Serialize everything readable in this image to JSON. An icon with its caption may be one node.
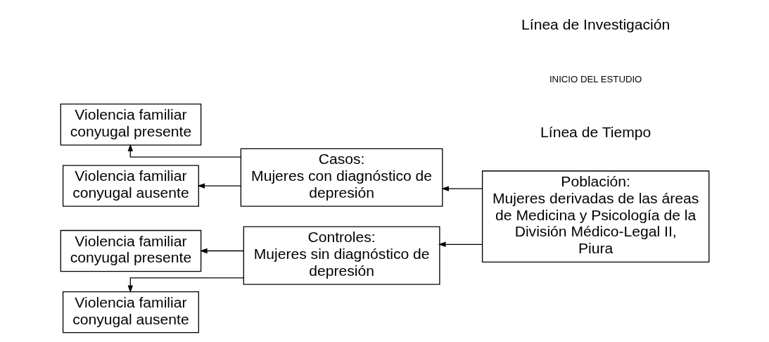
{
  "diagram": {
    "nodes": [
      {
        "text": [
          "Población:",
          "Mujeres derivadas de las áreas de Medicina y Psicología de la División Médico-Legal II, Piura"
        ]
      },
      {
        "text": [
          "Casos:",
          "Mujeres con diagnóstico de depresión"
        ]
      },
      {
        "text": [
          "Controles:",
          "Mujeres sin diagnóstico de depresión"
        ]
      },
      {
        "text": [
          "Violencia familiar conyugal presente"
        ]
      },
      {
        "text": [
          "Violencia familiar conyugal ausente"
        ]
      },
      {
        "text": [
          "Violencia familiar conyugal presente"
        ]
      },
      {
        "text": [
          "Violencia familiar conyugal ausente"
        ]
      }
    ],
    "edges": [
      {
        "from": 0,
        "to": 1,
        "arrow": "to"
      },
      {
        "from": 0,
        "to": 2,
        "arrow": "to"
      },
      {
        "from": 1,
        "to": 3,
        "arrow": "to"
      },
      {
        "from": 1,
        "to": 4,
        "arrow": "to"
      },
      {
        "from": 2,
        "to": 5,
        "arrow": "to"
      },
      {
        "from": 2,
        "to": 6,
        "arrow": "to"
      }
    ],
    "labels": [
      "Línea de Tiempo",
      "INICIO DEL ESTUDIO",
      "Línea de Investigación"
    ]
  }
}
